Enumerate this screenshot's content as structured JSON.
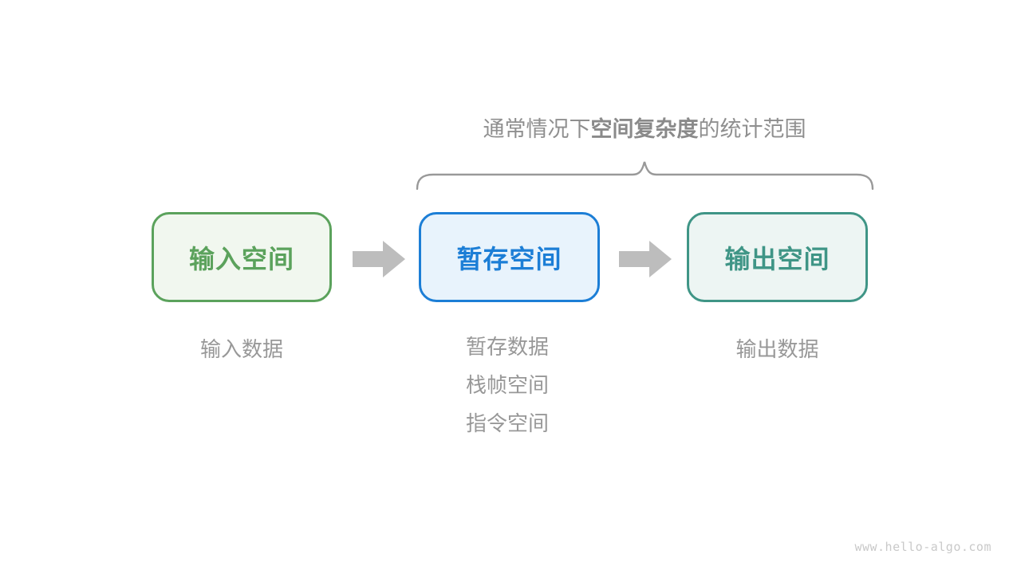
{
  "page": {
    "background": "#ffffff",
    "watermark": "www.hello-algo.com"
  },
  "annotation": {
    "title": {
      "prefix": "通常情况下",
      "bold": "空间复杂度",
      "suffix": "的统计范围"
    },
    "brace_color": "#999999",
    "title_color": "#8f8f8f"
  },
  "boxes": [
    {
      "id": "input-space",
      "label": "输入空间",
      "border_color": "#5ba25c",
      "fill_color": "#f1f7ef",
      "text_color": "#5ba25c"
    },
    {
      "id": "temp-space",
      "label": "暂存空间",
      "border_color": "#1c7ed6",
      "fill_color": "#e8f3fc",
      "text_color": "#1c7ed6"
    },
    {
      "id": "output-space",
      "label": "输出空间",
      "border_color": "#3f9586",
      "fill_color": "#edf5f3",
      "text_color": "#3f9586"
    }
  ],
  "labels": {
    "input": "输入数据",
    "temp": [
      "暂存数据",
      "栈帧空间",
      "指令空间"
    ],
    "output": "输出数据",
    "text_color": "#989898"
  },
  "arrows": {
    "color": "#bdbdbd"
  }
}
